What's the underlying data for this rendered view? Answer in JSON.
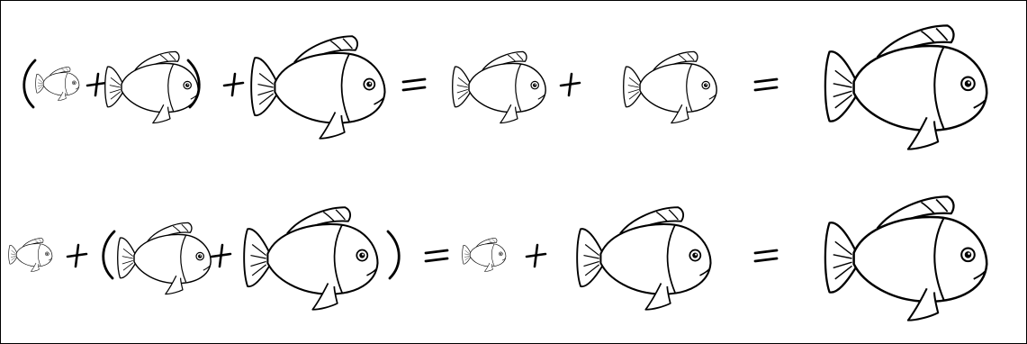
{
  "colors": {
    "ink": "#000000",
    "background": "#ffffff",
    "fish_fill": "#ffffff"
  },
  "rows": [
    {
      "id": "row-1",
      "tokens": [
        {
          "kind": "paren",
          "side": "open"
        },
        {
          "kind": "fish",
          "size": "small"
        },
        {
          "kind": "plus"
        },
        {
          "kind": "fish",
          "size": "medium"
        },
        {
          "kind": "paren",
          "side": "close"
        },
        {
          "kind": "plus"
        },
        {
          "kind": "fish",
          "size": "large"
        },
        {
          "kind": "equals"
        },
        {
          "kind": "fish",
          "size": "medium"
        },
        {
          "kind": "plus"
        },
        {
          "kind": "fish",
          "size": "medium"
        },
        {
          "kind": "equals"
        },
        {
          "kind": "fish",
          "size": "extra-large"
        }
      ]
    },
    {
      "id": "row-2",
      "tokens": [
        {
          "kind": "fish",
          "size": "small"
        },
        {
          "kind": "plus"
        },
        {
          "kind": "paren",
          "side": "open"
        },
        {
          "kind": "fish",
          "size": "medium"
        },
        {
          "kind": "plus"
        },
        {
          "kind": "fish",
          "size": "large"
        },
        {
          "kind": "paren",
          "side": "close"
        },
        {
          "kind": "equals"
        },
        {
          "kind": "fish",
          "size": "small"
        },
        {
          "kind": "plus"
        },
        {
          "kind": "fish",
          "size": "large"
        },
        {
          "kind": "equals"
        },
        {
          "kind": "fish",
          "size": "extra-large"
        }
      ]
    }
  ]
}
